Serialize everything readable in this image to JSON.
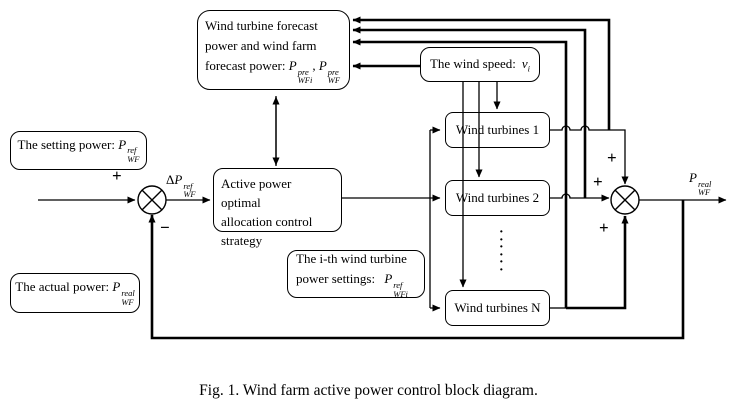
{
  "diagram": {
    "boxes": {
      "forecast": {
        "lines": [
          "Wind turbine forecast",
          "power and wind farm",
          "forecast power:"
        ],
        "math1": {
          "base": "P",
          "sup": "pre",
          "sub": "WFi"
        },
        "separator": ",",
        "math2": {
          "base": "P",
          "sup": "pre",
          "sub": "WF"
        }
      },
      "wind_speed": {
        "label": "The wind speed:",
        "math": {
          "base": "v",
          "sub": "i"
        }
      },
      "setting_power": {
        "label": "The setting power:",
        "math": {
          "base": "P",
          "sup": "ref",
          "sub": "WF"
        }
      },
      "active_strategy": {
        "lines": [
          "Active power optimal",
          "allocation control",
          "strategy"
        ]
      },
      "ith_settings": {
        "lines": [
          "The i-th wind turbine",
          "power settings:"
        ],
        "math": {
          "base": "P",
          "sup": "ref",
          "sub": "WFi"
        }
      },
      "actual_power": {
        "label": "The actual power:",
        "math": {
          "base": "P",
          "sup": "real",
          "sub": "WF"
        }
      }
    },
    "turbines": [
      {
        "label": "Wind turbines 1"
      },
      {
        "label": "Wind turbines 2"
      },
      {
        "label": "Wind turbines N"
      }
    ],
    "signals": {
      "delta": {
        "prefix": "Δ",
        "base": "P",
        "sup": "ref",
        "sub": "WF"
      },
      "output": {
        "base": "P",
        "sup": "real",
        "sub": "WF"
      },
      "plus_left": "+",
      "minus_left": "−",
      "plus_right_top": "+",
      "plus_right_mid": "+",
      "plus_right_bottom": "+"
    },
    "ellipsis": "·\n·\n·\n·\n·\n·",
    "caption": "Fig. 1. Wind farm active power control block diagram.",
    "colors": {
      "line": "#000000",
      "background": "#ffffff"
    }
  }
}
